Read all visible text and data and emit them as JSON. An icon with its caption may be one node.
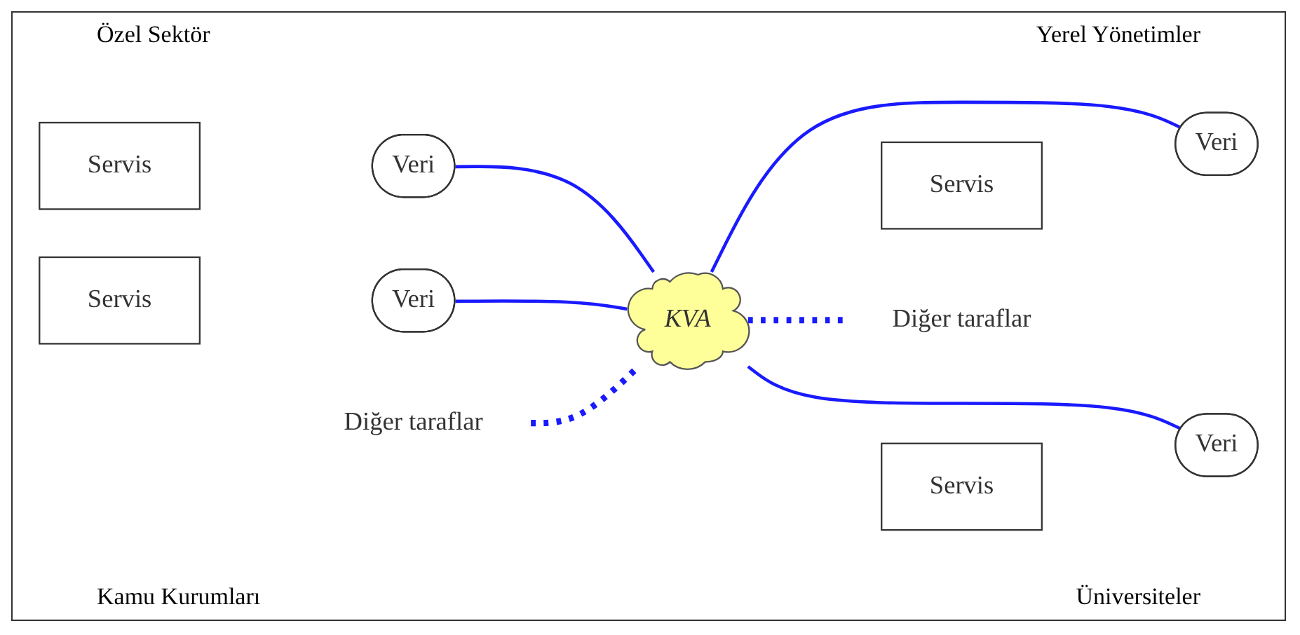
{
  "diagram": {
    "nodes": [
      {
        "text": [
          "Servis"
        ]
      },
      {
        "text": [
          "Veri"
        ]
      },
      {
        "text": [
          "Diğer taraflar"
        ]
      },
      {
        "text": [
          "Servis"
        ]
      },
      {
        "text": [
          "Veri"
        ]
      },
      {
        "text": [
          "KVA"
        ]
      },
      {
        "text": [
          "Servis"
        ]
      },
      {
        "text": [
          "Veri"
        ]
      },
      {
        "text": [
          "Servis"
        ]
      },
      {
        "text": [
          "Veri"
        ]
      },
      {
        "text": [
          "Diğer taraflar"
        ]
      }
    ],
    "edges": [
      {
        "from": 1,
        "to": 5,
        "arrow": "none"
      },
      {
        "from": 5,
        "to": 4,
        "arrow": "none"
      },
      {
        "from": 7,
        "to": 5,
        "arrow": "none"
      },
      {
        "from": 5,
        "to": 9,
        "arrow": "none"
      },
      {
        "from": 2,
        "to": 5,
        "arrow": "none",
        "style": "dashed"
      },
      {
        "from": 5,
        "to": 10,
        "arrow": "none",
        "style": "dashed"
      }
    ],
    "labels": [
      "Özel Sektör",
      "Yerel Yönetimler",
      "Kamu Kurumları",
      "Üniversiteler"
    ]
  }
}
